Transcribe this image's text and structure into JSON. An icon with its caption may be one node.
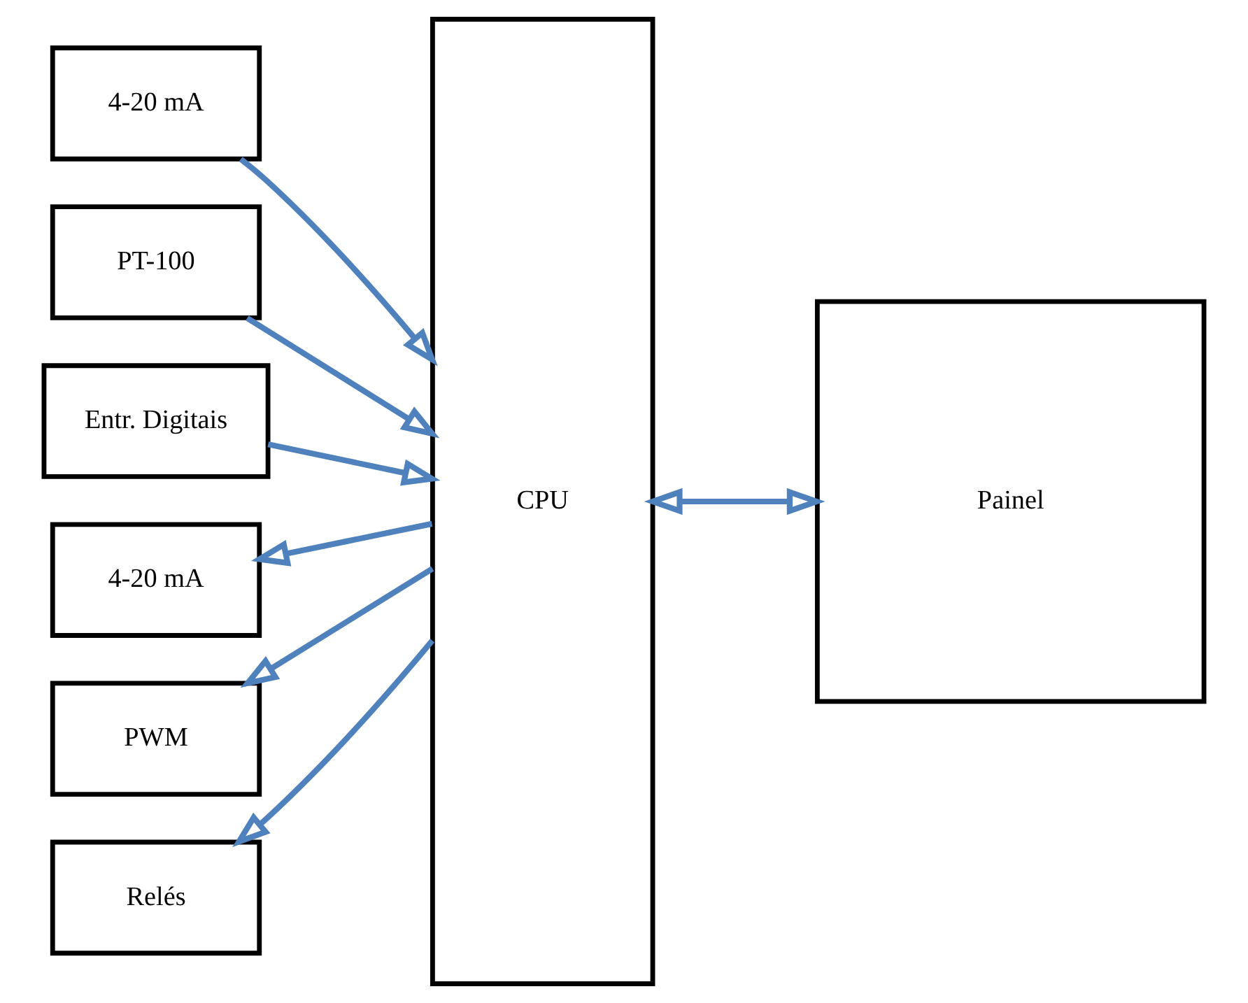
{
  "diagram": {
    "nodes": [
      {
        "text": [
          "4-20 mA"
        ]
      },
      {
        "text": [
          "PT-100"
        ]
      },
      {
        "text": [
          "Entr. Digitais"
        ]
      },
      {
        "text": [
          "CPU"
        ]
      },
      {
        "text": [
          "Painel"
        ]
      },
      {
        "text": [
          "4-20 mA"
        ]
      },
      {
        "text": [
          "PWM"
        ]
      },
      {
        "text": [
          "Relés"
        ]
      }
    ],
    "edges": [
      {
        "from": 0,
        "to": 3,
        "arrow": "to"
      },
      {
        "from": 1,
        "to": 3,
        "arrow": "to"
      },
      {
        "from": 2,
        "to": 3,
        "arrow": "to"
      },
      {
        "from": 3,
        "to": 4,
        "arrow": "both"
      },
      {
        "from": 3,
        "to": 5,
        "arrow": "to"
      },
      {
        "from": 3,
        "to": 6,
        "arrow": "to"
      },
      {
        "from": 3,
        "to": 7,
        "arrow": "to"
      }
    ]
  }
}
